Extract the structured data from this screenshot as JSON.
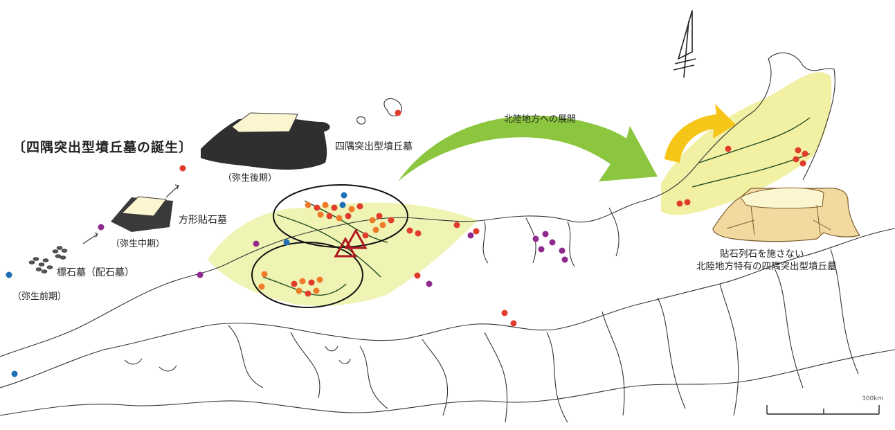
{
  "labels": {
    "title": "〔四隅突出型墳丘墓の誕生〕",
    "arrow_label": "北陸地方への展開",
    "yosumi_label": "四隅突出型墳丘墓",
    "late_period": "（弥生後期）",
    "hokei_label": "方形貼石墓",
    "mid_period": "（弥生中期）",
    "hyoseki_label": "標石墓（配石墓）",
    "early_period": "（弥生前期）",
    "hokuriku_note_line1": "貼石列石を施さない",
    "hokuriku_note_line2": "北陸地方特有の四隅突出型墳丘墓",
    "scale_label": "300km"
  },
  "legend_markers": {
    "early": "#1f6fb5",
    "mid": "#8e2a8e",
    "late": "#e03b2b"
  },
  "colors": {
    "distribution_area": "#eef2b0",
    "arrow_green": "#8cc63f",
    "arrow_yellow": "#f5c518",
    "dot_red": "#e03b2b",
    "dot_orange": "#ef7b2a",
    "dot_purple": "#8e2a8e",
    "dot_blue": "#1f6fb5",
    "triangle": "#b0171f",
    "coastline": "#333333",
    "river": "#1f4a1f"
  },
  "icons": [
    "north-arrow-icon",
    "scale-bar-icon",
    "site-triangle-icon"
  ]
}
